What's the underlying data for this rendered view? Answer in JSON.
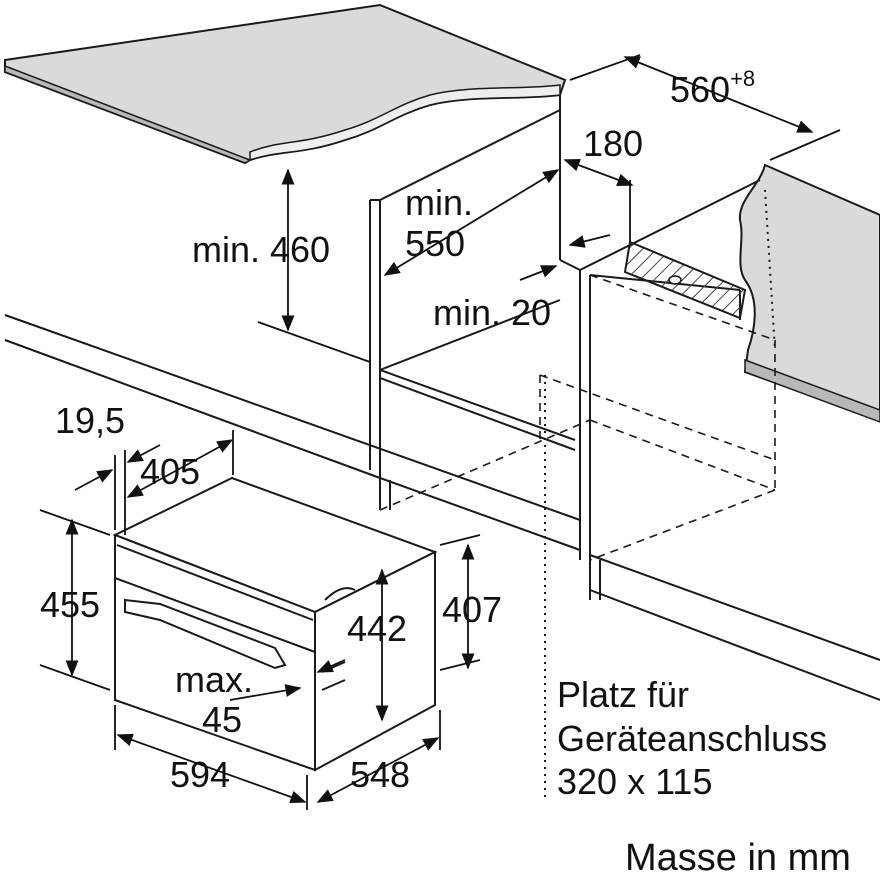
{
  "dimensions": {
    "width_niche": "560",
    "width_niche_tolerance": "+8",
    "rear_gap": "180",
    "min_height_above": "min. 460",
    "min_depth_prefix": "min.",
    "min_depth_value": "550",
    "min_gap_bottom": "min. 20",
    "side_offset": "19,5",
    "depth_top": "405",
    "height_front": "455",
    "height_inner": "442",
    "height_side": "407",
    "max_prefix": "max.",
    "max_value": "45",
    "width_front": "594",
    "depth_side": "548"
  },
  "connection_note": {
    "line1": "Platz für",
    "line2": "Geräteanschluss",
    "line3": "320 x 115"
  },
  "units_note": "Masse in mm",
  "colors": {
    "countertop": "#dadada",
    "countertop_edge": "#b8b8b8",
    "stroke": "#1a1a1a",
    "hatch": "#444444"
  }
}
